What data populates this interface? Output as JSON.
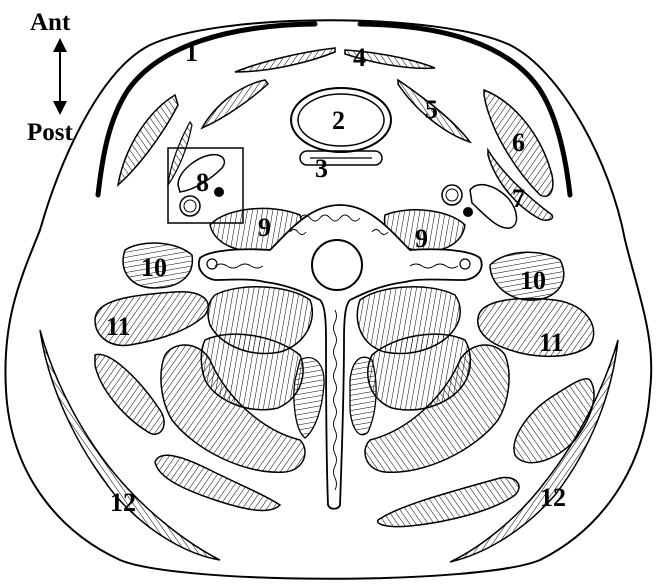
{
  "orientation": {
    "anterior": "Ant",
    "posterior": "Post"
  },
  "labels": {
    "l1": "1",
    "l2": "2",
    "l3": "3",
    "l4": "4",
    "l5": "5",
    "l6": "6",
    "l7": "7",
    "l8": "8",
    "l9a": "9",
    "l9b": "9",
    "l10a": "10",
    "l10b": "10",
    "l11a": "11",
    "l11b": "11",
    "l12a": "12",
    "l12b": "12"
  },
  "colors": {
    "ink": "#000000",
    "paper": "#ffffff"
  }
}
